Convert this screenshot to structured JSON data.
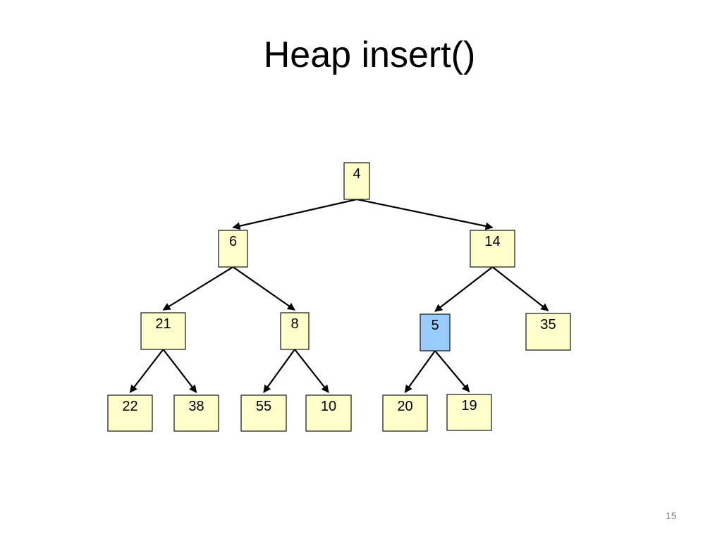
{
  "slide": {
    "title": "Heap insert()",
    "page_number": "15"
  },
  "colors": {
    "node_fill": "#FFFFCC",
    "node_highlight_fill": "#99CCFF",
    "edge": "#000000"
  },
  "tree": {
    "nodes": [
      {
        "id": "n4",
        "label": "4"
      },
      {
        "id": "n6",
        "label": "6"
      },
      {
        "id": "n14",
        "label": "14"
      },
      {
        "id": "n21",
        "label": "21"
      },
      {
        "id": "n8",
        "label": "8"
      },
      {
        "id": "n5",
        "label": "5",
        "highlighted": true
      },
      {
        "id": "n35",
        "label": "35"
      },
      {
        "id": "n22",
        "label": "22"
      },
      {
        "id": "n38",
        "label": "38"
      },
      {
        "id": "n55",
        "label": "55"
      },
      {
        "id": "n10",
        "label": "10"
      },
      {
        "id": "n20",
        "label": "20"
      },
      {
        "id": "n19",
        "label": "19"
      }
    ],
    "edges": [
      [
        "n4",
        "n6"
      ],
      [
        "n4",
        "n14"
      ],
      [
        "n6",
        "n21"
      ],
      [
        "n6",
        "n8"
      ],
      [
        "n14",
        "n5"
      ],
      [
        "n14",
        "n35"
      ],
      [
        "n21",
        "n22"
      ],
      [
        "n21",
        "n38"
      ],
      [
        "n8",
        "n55"
      ],
      [
        "n8",
        "n10"
      ],
      [
        "n5",
        "n20"
      ],
      [
        "n5",
        "n19"
      ]
    ]
  }
}
